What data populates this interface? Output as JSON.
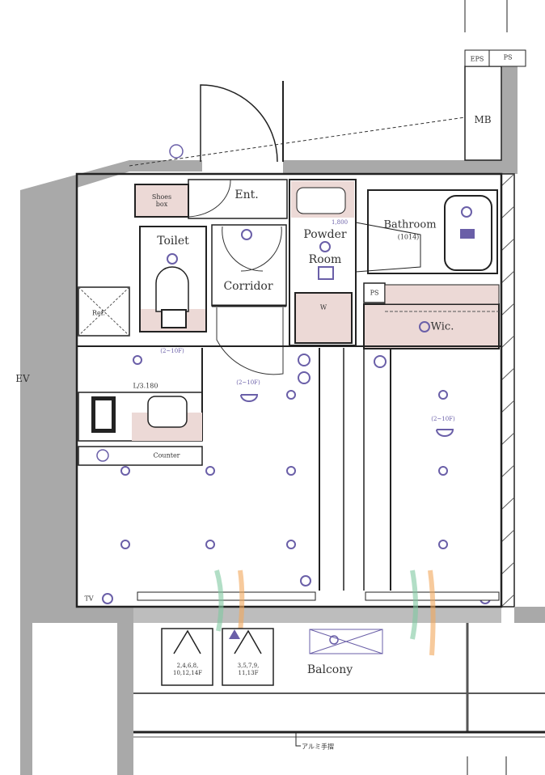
{
  "title": "Apartment floor plan",
  "colors": {
    "wall": "#a9a9a9",
    "line": "#222222",
    "fixture": "#6a5fa8",
    "pink": "#ecd9d6",
    "green": "#7fc8a0",
    "orange": "#f2a65a"
  },
  "rooms": {
    "shoes_box": "Shoes box",
    "entrance": "Ent.",
    "toilet": "Toilet",
    "corridor": "Corridor",
    "powder_room_line1": "Powder",
    "powder_room_line2": "Room",
    "powder_dim": "1,800",
    "bathroom": "Bathroom",
    "bathroom_size": "(1014)",
    "ps_inner": "PS",
    "wic": "Wic.",
    "washer": "W",
    "ref": "Ref.",
    "kitchen_dim": "L/3.180",
    "counter": "Counter",
    "ev": "EV",
    "mb": "MB",
    "eps": "EPS",
    "ps_top": "PS",
    "balcony": "Balcony",
    "railing": "アルミ手摺",
    "ceiling_note_1": "(2~10F)",
    "ceiling_note_2": "(2~10F)",
    "ceiling_note_3": "(2~10F)",
    "tv": "TV",
    "unit_a_floors": "2,4,6,8,\n10,12,14F",
    "unit_b_floors": "3,5,7,9,\n11,13F"
  }
}
